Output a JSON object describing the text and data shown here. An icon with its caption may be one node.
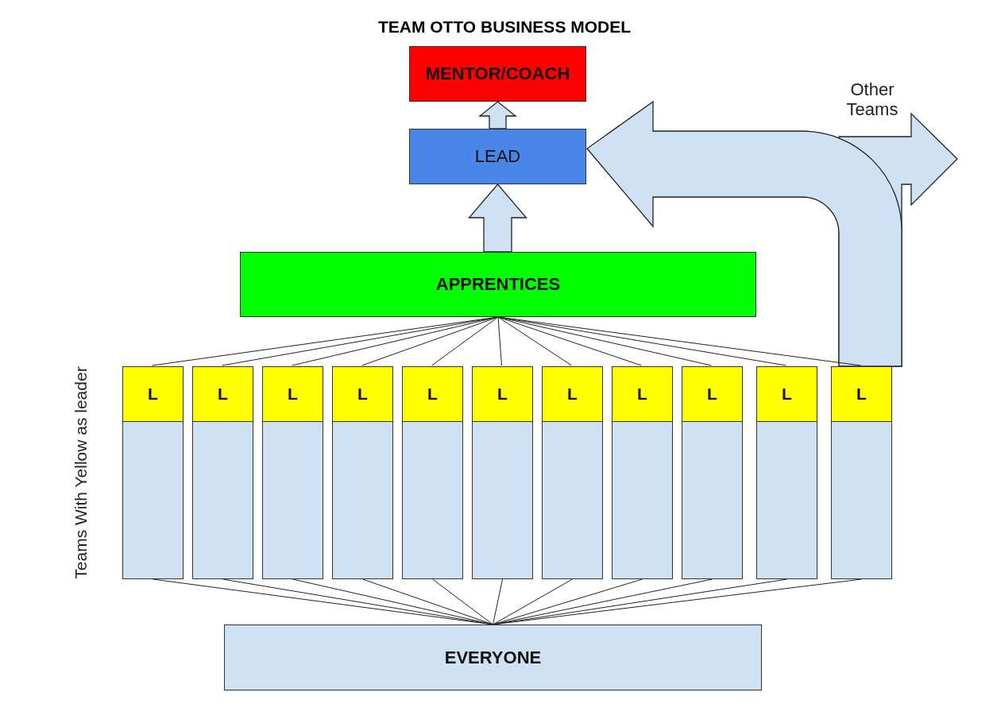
{
  "diagram": {
    "title": "TEAM OTTO BUSINESS MODEL",
    "nodes": [
      {
        "text": [
          "MENTOR/COACH"
        ]
      },
      {
        "text": [
          "LEAD"
        ]
      },
      {
        "text": [
          "APPRENTICES"
        ]
      },
      {
        "text": [],
        "shape": "box"
      },
      {
        "text": [
          "L"
        ],
        "in": 3
      },
      {
        "text": [],
        "shape": "box"
      },
      {
        "text": [
          "L"
        ],
        "in": 5
      },
      {
        "text": [],
        "shape": "box"
      },
      {
        "text": [
          "L"
        ],
        "in": 7
      },
      {
        "text": [],
        "shape": "box"
      },
      {
        "text": [
          "L"
        ],
        "in": 9
      },
      {
        "text": [],
        "shape": "box"
      },
      {
        "text": [
          "L"
        ],
        "in": 11
      },
      {
        "text": [],
        "shape": "box"
      },
      {
        "text": [
          "L"
        ],
        "in": 13
      },
      {
        "text": [],
        "shape": "box"
      },
      {
        "text": [
          "L"
        ],
        "in": 15
      },
      {
        "text": [],
        "shape": "box"
      },
      {
        "text": [
          "L"
        ],
        "in": 17
      },
      {
        "text": [],
        "shape": "box"
      },
      {
        "text": [
          "L"
        ],
        "in": 19
      },
      {
        "text": [],
        "shape": "box"
      },
      {
        "text": [
          "L"
        ],
        "in": 21
      },
      {
        "text": [],
        "shape": "box"
      },
      {
        "text": [
          "L"
        ],
        "in": 23
      },
      {
        "text": [
          "EVERYONE"
        ]
      }
    ],
    "edges": [
      {
        "from": 2,
        "to": 1,
        "arrow": "to",
        "style": "thick"
      },
      {
        "from": 1,
        "to": 0,
        "arrow": "to",
        "style": "thick"
      },
      {
        "from": 23,
        "to": 1,
        "arrow": "to",
        "style": "thick"
      },
      {
        "from": 23,
        "to": null,
        "arrow": "to",
        "style": "thick"
      },
      {
        "from": 2,
        "to": 4,
        "arrow": "none"
      },
      {
        "from": 2,
        "to": 6,
        "arrow": "none"
      },
      {
        "from": 2,
        "to": 8,
        "arrow": "none"
      },
      {
        "from": 2,
        "to": 10,
        "arrow": "none"
      },
      {
        "from": 2,
        "to": 12,
        "arrow": "none"
      },
      {
        "from": 2,
        "to": 14,
        "arrow": "none"
      },
      {
        "from": 2,
        "to": 16,
        "arrow": "none"
      },
      {
        "from": 2,
        "to": 18,
        "arrow": "none"
      },
      {
        "from": 2,
        "to": 20,
        "arrow": "none"
      },
      {
        "from": 2,
        "to": 22,
        "arrow": "none"
      },
      {
        "from": 2,
        "to": 24,
        "arrow": "none"
      },
      {
        "from": 3,
        "to": 25,
        "arrow": "none"
      },
      {
        "from": 5,
        "to": 25,
        "arrow": "none"
      },
      {
        "from": 7,
        "to": 25,
        "arrow": "none"
      },
      {
        "from": 9,
        "to": 25,
        "arrow": "none"
      },
      {
        "from": 11,
        "to": 25,
        "arrow": "none"
      },
      {
        "from": 13,
        "to": 25,
        "arrow": "none"
      },
      {
        "from": 15,
        "to": 25,
        "arrow": "none"
      },
      {
        "from": 17,
        "to": 25,
        "arrow": "none"
      },
      {
        "from": 19,
        "to": 25,
        "arrow": "none"
      },
      {
        "from": 21,
        "to": 25,
        "arrow": "none"
      },
      {
        "from": 23,
        "to": 25,
        "arrow": "none"
      }
    ],
    "labels": [
      "Other Teams",
      "Teams With Yellow as leader"
    ]
  }
}
